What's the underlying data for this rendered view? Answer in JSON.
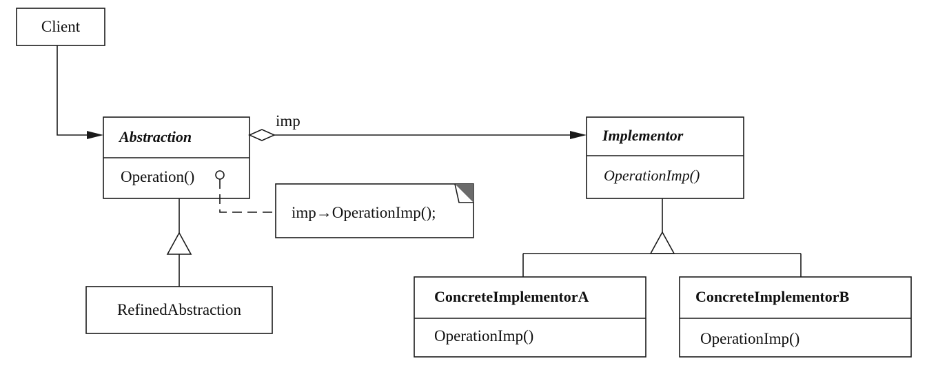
{
  "classes": {
    "client": {
      "name": "Client"
    },
    "abstraction": {
      "name": "Abstraction",
      "operation": "Operation()"
    },
    "refined_abstraction": {
      "name": "RefinedAbstraction"
    },
    "implementor": {
      "name": "Implementor",
      "operation": "OperationImp()"
    },
    "concrete_implementor_a": {
      "name": "ConcreteImplementorA",
      "operation": "OperationImp()"
    },
    "concrete_implementor_b": {
      "name": "ConcreteImplementorB",
      "operation": "OperationImp()"
    }
  },
  "associations": {
    "imp_label": "imp"
  },
  "note": {
    "text": "imp→OperationImp();"
  }
}
